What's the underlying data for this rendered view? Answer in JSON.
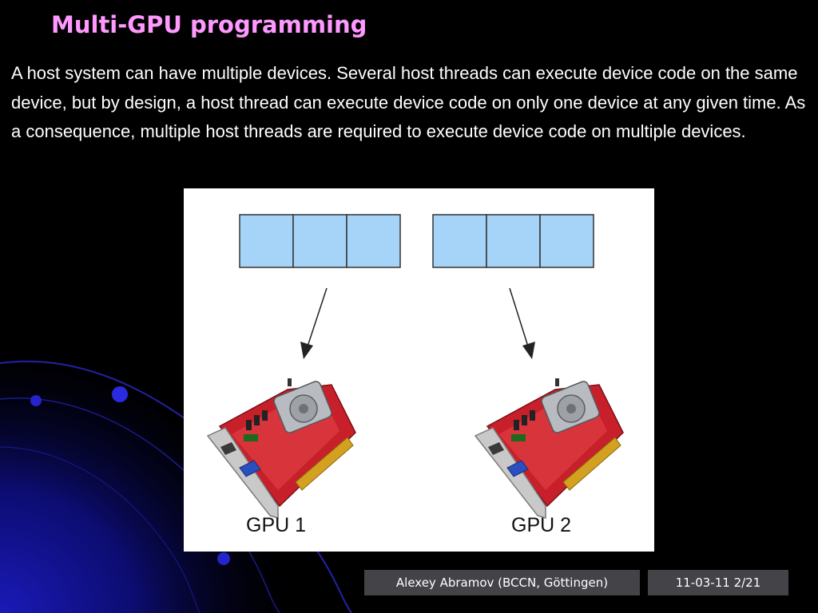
{
  "slide": {
    "title": "Multi-GPU programming",
    "body": "A host system can have multiple devices. Several host threads can execute device code on the same device, but by design, a host thread can execute device code on only one device at any given time. As a consequence, multiple host threads are required to execute device code on multiple devices."
  },
  "figure": {
    "gpus": [
      {
        "label": "GPU 1"
      },
      {
        "label": "GPU 2"
      }
    ],
    "colors": {
      "thread_cell": "#a6d4f8",
      "card_pcb": "#c8202a"
    }
  },
  "footer": {
    "author": "Alexey Abramov (BCCN, Göttingen)",
    "date_page": "11-03-11 2/21"
  },
  "colors": {
    "title": "#ff99ff",
    "background": "#000000",
    "footer_box": "#444448"
  }
}
